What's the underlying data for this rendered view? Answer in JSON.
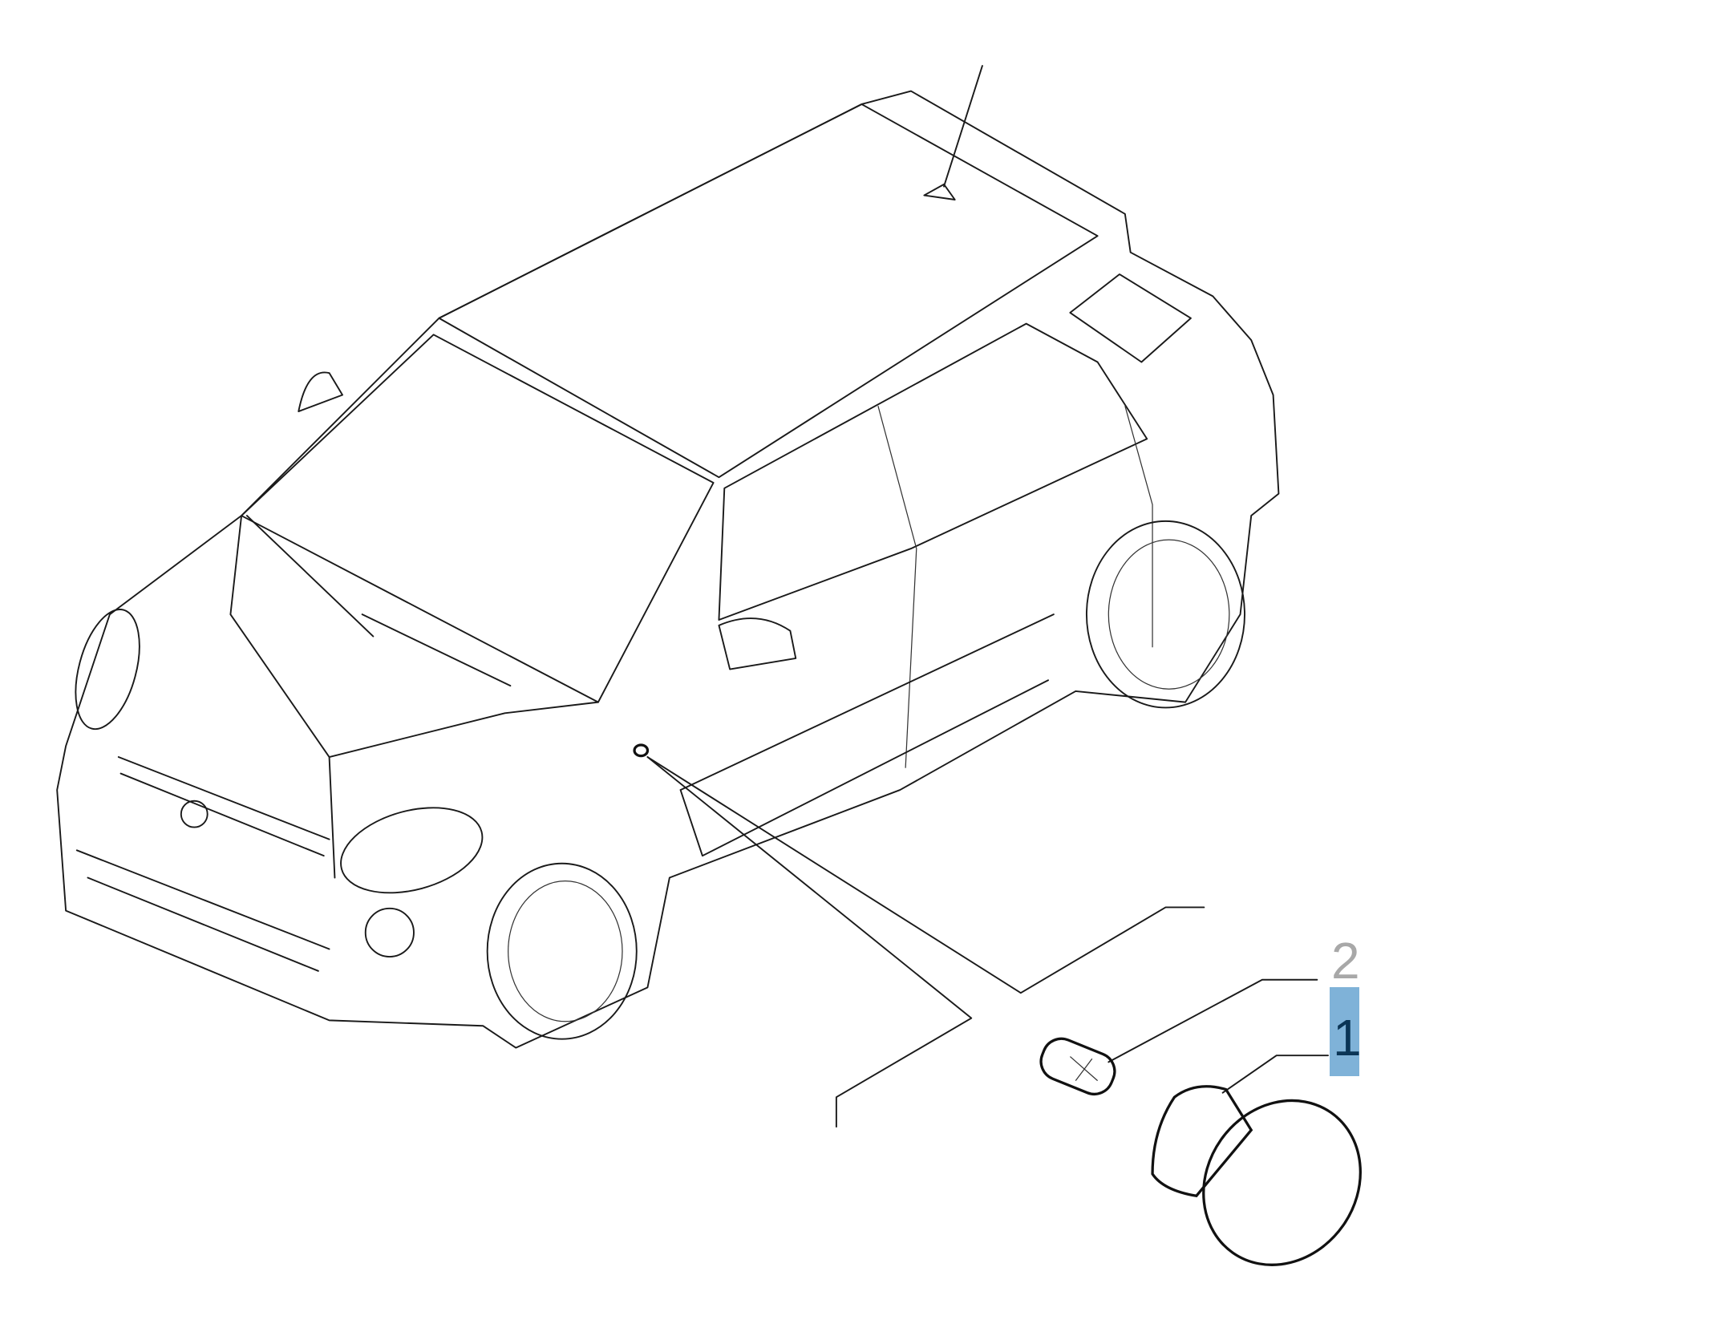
{
  "callouts": [
    {
      "label": "2",
      "part": "bulb",
      "highlighted": false,
      "color": "#a8a8a8"
    },
    {
      "label": "1",
      "part": "side-marker-lamp",
      "highlighted": true,
      "color": "#0b3556",
      "highlight_color": "#7fb2d8"
    }
  ]
}
